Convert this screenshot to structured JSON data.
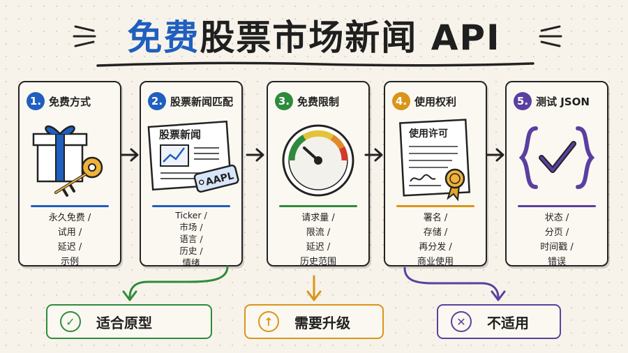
{
  "title": {
    "accent": "免费",
    "rest": "股票市场新闻 API"
  },
  "colors": {
    "blue": "#1f5fbf",
    "green": "#2e8b3c",
    "orange": "#d9951a",
    "purple": "#5b3fa0",
    "ink": "#222222"
  },
  "steps": [
    {
      "number": "1.",
      "title": "免费方式",
      "color": "#1f5fbf",
      "icon": "gift-key-icon",
      "items": [
        "永久免费 /",
        "试用 /",
        "延迟 /",
        "示例"
      ]
    },
    {
      "number": "2.",
      "title": "股票新闻匹配",
      "color": "#1f5fbf",
      "icon": "newspaper-tag-icon",
      "illustration": {
        "paper_title": "股票新闻",
        "tag": "AAPL"
      },
      "items": [
        "Ticker /",
        "市场 /",
        "语言 /",
        "历史 /",
        "情绪"
      ]
    },
    {
      "number": "3.",
      "title": "免费限制",
      "color": "#2e8b3c",
      "icon": "gauge-icon",
      "items": [
        "请求量 /",
        "限流 /",
        "延迟 /",
        "历史范围"
      ]
    },
    {
      "number": "4.",
      "title": "使用权利",
      "color": "#d9951a",
      "icon": "license-certificate-icon",
      "illustration": {
        "doc_title": "使用许可"
      },
      "items": [
        "署名 /",
        "存储 /",
        "再分发 /",
        "商业使用"
      ]
    },
    {
      "number": "5.",
      "title": "测试 JSON",
      "color": "#5b3fa0",
      "icon": "json-check-icon",
      "items": [
        "状态 /",
        "分页 /",
        "时间戳 /",
        "错误"
      ]
    }
  ],
  "outcomes": [
    {
      "label": "适合原型",
      "color": "#2e8b3c",
      "icon": "check-circle-icon",
      "glyph": "✓"
    },
    {
      "label": "需要升级",
      "color": "#d9951a",
      "icon": "up-arrow-circle-icon",
      "glyph": "↑"
    },
    {
      "label": "不适用",
      "color": "#5b3fa0",
      "icon": "x-circle-icon",
      "glyph": "✕"
    }
  ]
}
